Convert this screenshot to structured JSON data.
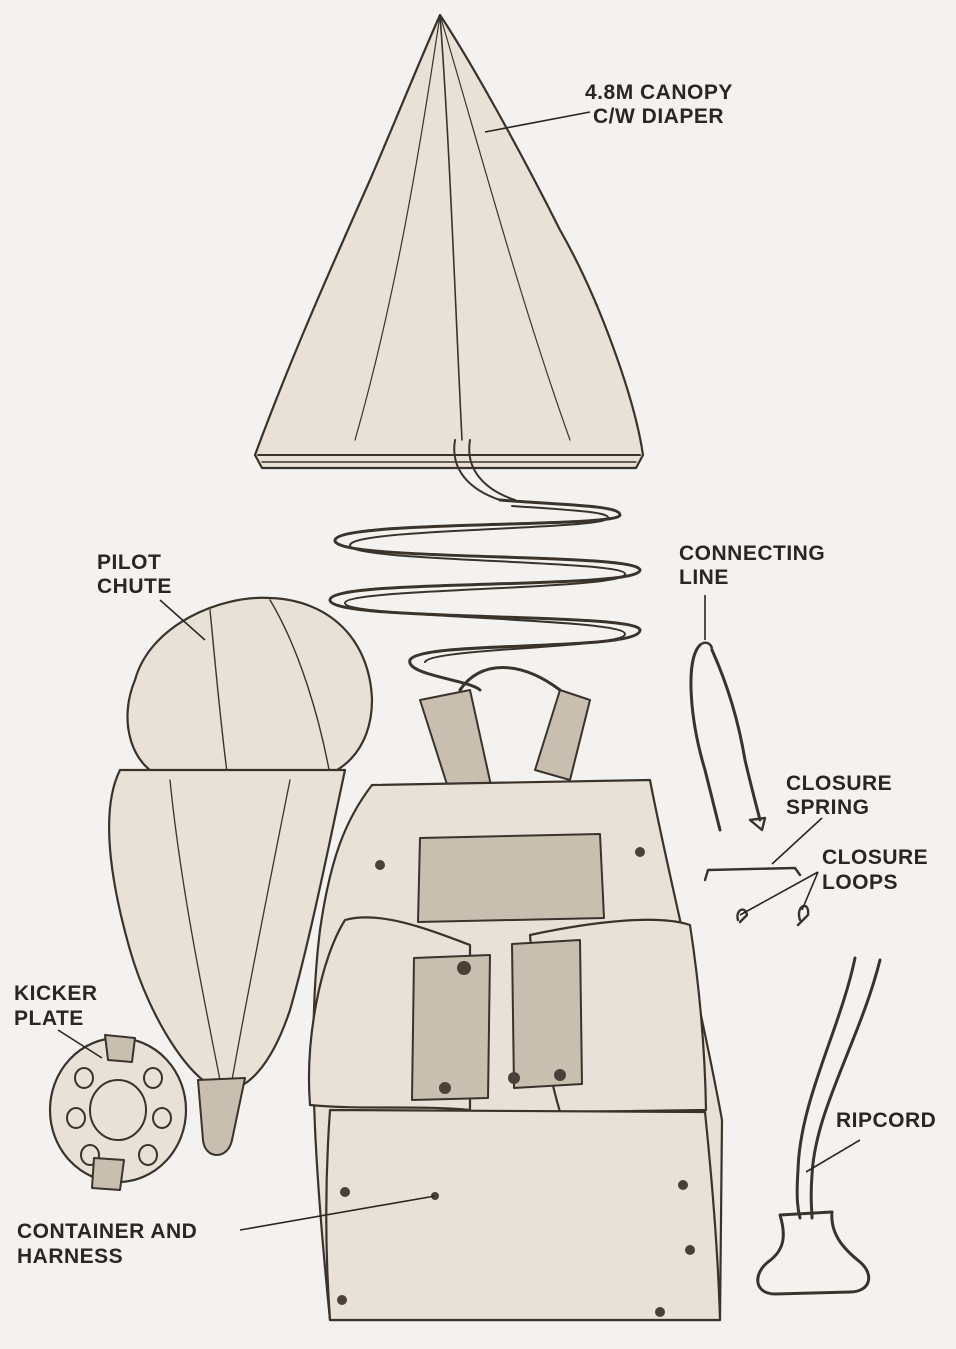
{
  "colors": {
    "paper": "#f4f2ee",
    "ink": "#2a2622",
    "cloth": "#e7e1d7",
    "shade": "#c9bfb1"
  },
  "labels": {
    "canopy": [
      "4.8M CANOPY",
      "C/W DIAPER"
    ],
    "pilot_chute": [
      "PILOT",
      "CHUTE"
    ],
    "connecting_line": [
      "CONNECTING",
      "LINE"
    ],
    "closure_spring": [
      "CLOSURE",
      "SPRING"
    ],
    "closure_loops": [
      "CLOSURE",
      "LOOPS"
    ],
    "kicker_plate": [
      "KICKER",
      "PLATE"
    ],
    "ripcord": [
      "RIPCORD"
    ],
    "container": [
      "CONTAINER AND",
      "HARNESS"
    ]
  }
}
